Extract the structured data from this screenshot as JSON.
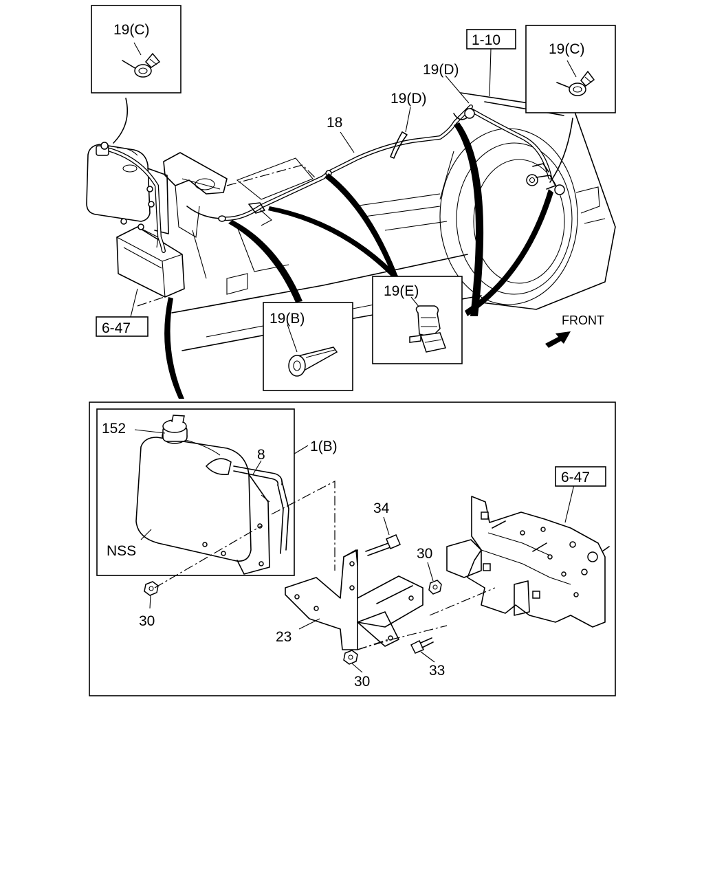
{
  "callouts": {
    "ref_1_10": "1-10",
    "ref_6_47_top": "6-47",
    "ref_6_47_bottom": "6-47",
    "clip_c_left": "19(C)",
    "clip_c_right": "19(C)",
    "clip_d_1": "19(D)",
    "clip_d_2": "19(D)",
    "clip_b": "19(B)",
    "clip_e": "19(E)",
    "hose_18": "18",
    "front": "FRONT",
    "cap_152": "152",
    "hose_8": "8",
    "tank_1b": "1(B)",
    "nss": "NSS",
    "bolt_34": "34",
    "nut_30_right": "30",
    "nut_30_left": "30",
    "nut_30_bottom": "30",
    "bracket_23": "23",
    "bolt_33": "33"
  },
  "icons": {
    "front_arrow": "arrow-up-right-icon"
  }
}
